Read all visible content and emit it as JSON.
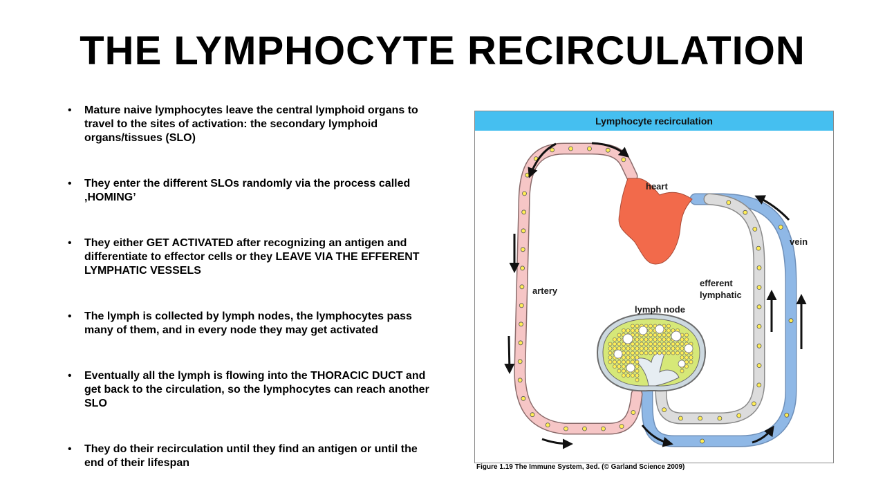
{
  "slide": {
    "title": "THE LYMPHOCYTE RECIRCULATION",
    "bullet_marker": "•",
    "bullets": [
      "Mature naive lymphocytes leave the central lymphoid organs to travel to the sites of activation: the secondary lymphoid organs/tissues (SLO)",
      "They enter the different SLOs randomly via the process called ‚HOMING’",
      "They either GET ACTIVATED after recognizing an antigen and differentiate to effector cells or they LEAVE VIA THE EFFERENT LYMPHATIC VESSELS",
      "The lymph is collected by lymph nodes, the lymphocytes pass many of them, and in every node they may get activated",
      "Eventually all the lymph is flowing into the THORACIC DUCT and get back to the circulation, so the lymphocytes can reach another SLO",
      "They do their recirculation until they find an antigen or until the end of their lifespan"
    ]
  },
  "figure": {
    "header": "Lymphocyte recirculation",
    "labels": {
      "heart": "heart",
      "vein": "vein",
      "artery": "artery",
      "efferent_1": "efferent",
      "efferent_2": "lymphatic",
      "lymph_node": "lymph node"
    },
    "caption": "Figure 1.19 The Immune System, 3ed. (© Garland Science 2009)",
    "colors": {
      "header_bg": "#45bff0",
      "artery": "#f6c6c6",
      "vein": "#8fb8e6",
      "lymphatic": "#dcdcdc",
      "heart": "#f26a4b",
      "lymphocyte": "#ffee55",
      "vessel_outline": "#7d7d7d"
    }
  }
}
